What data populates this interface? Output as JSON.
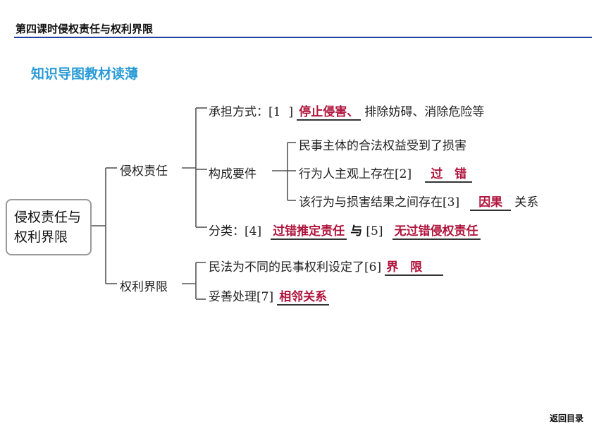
{
  "header": {
    "title": "第四课时侵权责任与权利界限"
  },
  "section": {
    "title": "知识导图教材读薄"
  },
  "root": {
    "line1": "侵权责任与",
    "line2": "权利界限"
  },
  "branch1": {
    "label": "侵权责任",
    "method": {
      "prefix": "承担方式：[1",
      "bracket_end": "]",
      "answer": "停止侵害、",
      "suffix": "排除妨碍、消除危险等"
    },
    "elements": {
      "label": "构成要件",
      "item1": "民事主体的合法权益受到了损害",
      "item2_prefix": "行为人主观上存在[2]",
      "item2_answer": "过　错",
      "item3_prefix": "该行为与损害结果之间存在[3]",
      "item3_answer": "因果",
      "item3_suffix": "关系"
    },
    "classify": {
      "prefix": "分类：[4]",
      "answer4": "过错推定责任",
      "connector": "与",
      "marker5": "[5]",
      "answer5": "无过错侵权责任"
    }
  },
  "branch2": {
    "label": "权利界限",
    "item1_prefix": "民法为不同的民事权利设定了[6]",
    "item1_answer": "界　限",
    "item2_prefix": "妥善处理[7]",
    "item2_answer": "相邻关系"
  },
  "footer": {
    "back_link": "返回目录"
  }
}
